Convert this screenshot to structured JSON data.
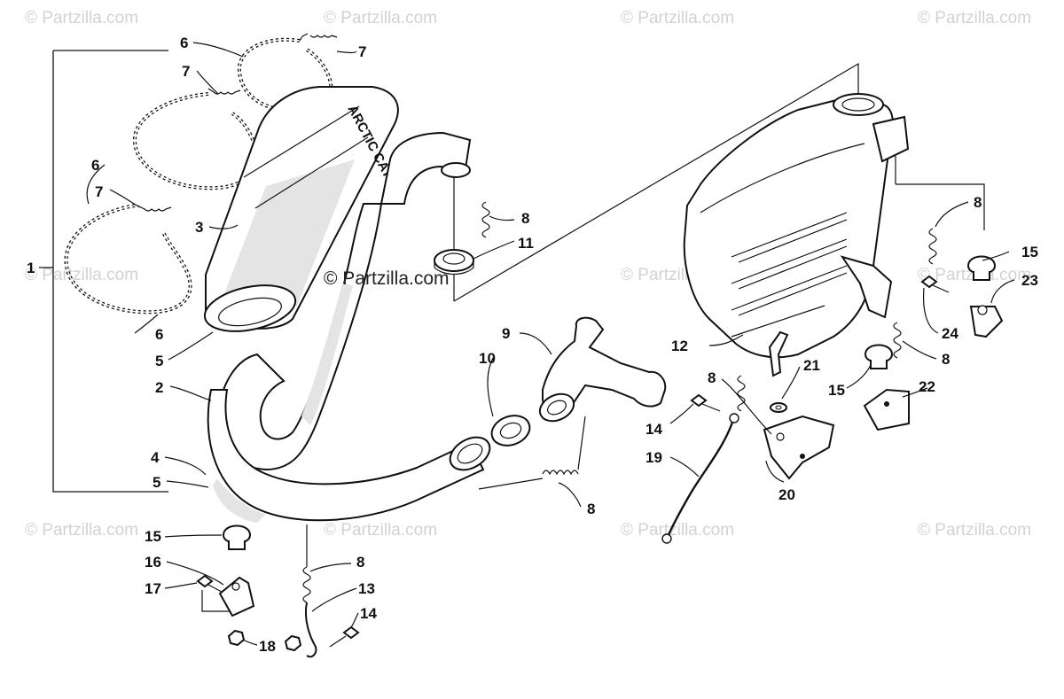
{
  "watermarks": {
    "corner": "© Partzilla.com",
    "center": "© Partzilla.com"
  },
  "callouts": {
    "n1": "1",
    "n2": "2",
    "n3": "3",
    "n4": "4",
    "n5": "5",
    "n6": "6",
    "n7": "7",
    "n8": "8",
    "n9": "9",
    "n10": "10",
    "n11": "11",
    "n12": "12",
    "n13": "13",
    "n14": "14",
    "n15": "15",
    "n16": "16",
    "n17": "17",
    "n18": "18",
    "n19": "19",
    "n20": "20",
    "n21": "21",
    "n22": "22",
    "n23": "23",
    "n24": "24"
  },
  "muffler_brand": "ARCTIC CAT"
}
